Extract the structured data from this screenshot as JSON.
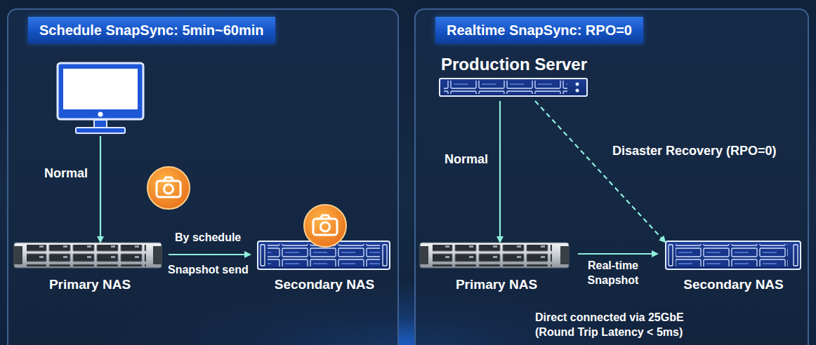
{
  "diagram": {
    "nodes": [
      {
        "text": [
          "Schedule SnapSync: 5min~60min"
        ]
      },
      {
        "text": [],
        "in": 0
      },
      {
        "text": [
          "Primary NAS"
        ],
        "in": 0
      },
      {
        "text": [
          "Secondary NAS"
        ],
        "in": 0
      },
      {
        "text": [
          "Realtime SnapSync: RPO=0"
        ]
      },
      {
        "text": [
          "Production Server"
        ],
        "in": 4
      },
      {
        "text": [
          "Primary NAS"
        ],
        "in": 4
      },
      {
        "text": [
          "Secondary NAS"
        ],
        "in": 4
      }
    ],
    "edges": [
      {
        "from": 1,
        "to": 2,
        "label": "Normal",
        "arrow": "to"
      },
      {
        "from": 2,
        "to": 3,
        "label": "By schedule",
        "arrow": "to"
      },
      {
        "from": 5,
        "to": 6,
        "label": "Normal",
        "arrow": "to"
      },
      {
        "from": 5,
        "to": 7,
        "label": "Disaster Recovery (RPO=0)",
        "arrow": "to"
      },
      {
        "from": 6,
        "to": 7,
        "label": "Real-time Snapshot",
        "arrow": "to"
      }
    ],
    "labels": [
      "Snapshot send",
      "Direct connected via 25GbE (Round Trip Latency < 5ms)"
    ]
  }
}
